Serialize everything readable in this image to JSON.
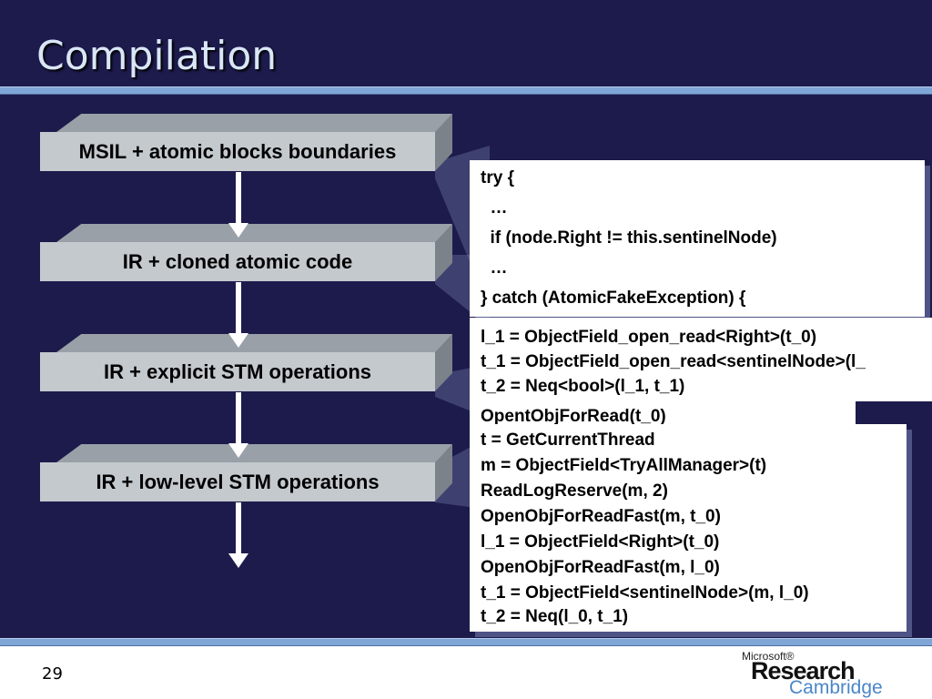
{
  "slide": {
    "title": "Compilation",
    "page_number": "29"
  },
  "stages": [
    {
      "label": "MSIL + atomic blocks boundaries"
    },
    {
      "label": "IR + cloned atomic code"
    },
    {
      "label": "IR + explicit STM operations"
    },
    {
      "label": "IR + low-level STM operations"
    }
  ],
  "code_panels": {
    "cloned": [
      "try {",
      "  …",
      "  if (node.Right != this.sentinelNode)",
      "  …",
      "} catch (AtomicFakeException) {"
    ],
    "explicit": [
      "l_1 = ObjectField_open_read<Right>(t_0)",
      "t_1 = ObjectField_open_read<sentinelNode>(l_",
      "t_2 = Neq<bool>(l_1, t_1)"
    ],
    "partial": [
      "OpentObjForRead(t_0)"
    ],
    "lowlevel": [
      "t = GetCurrentThread",
      "m = ObjectField<TryAllManager>(t)",
      "ReadLogReserve(m, 2)",
      "OpenObjForReadFast(m, t_0)",
      "l_1 = ObjectField<Right>(t_0)",
      "OpenObjForReadFast(m, l_0)",
      "t_1 = ObjectField<sentinelNode>(m, l_0)",
      "t_2 = Neq(l_0, t_1)"
    ]
  },
  "logo": {
    "line1": "Microsoft®",
    "line2": "Research",
    "line3": "Cambridge"
  },
  "colors": {
    "background": "#1d1b4c",
    "title": "#d9e6f7",
    "rule": "#7fa6d6",
    "logo_accent": "#4b86c8"
  }
}
